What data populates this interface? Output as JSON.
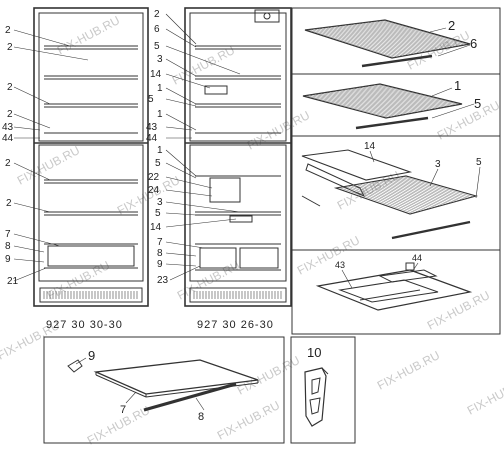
{
  "models": {
    "left": "927 30 30-30",
    "right": "927 30 26-30"
  },
  "callouts": {
    "left_column": [
      "2",
      "2",
      "2",
      "2",
      "43",
      "44",
      "2",
      "2",
      "7",
      "8",
      "9",
      "21"
    ],
    "mid_column": [
      "2",
      "6",
      "5",
      "3",
      "14",
      "1",
      "5",
      "1",
      "43",
      "44",
      "1",
      "5",
      "22",
      "24",
      "3",
      "5",
      "14",
      "7",
      "8",
      "9",
      "23"
    ]
  },
  "panels": {
    "p1": [
      "2",
      "6"
    ],
    "p2": [
      "1",
      "5"
    ],
    "p3": [
      "14",
      "3",
      "5"
    ],
    "p4": [
      "43",
      "44"
    ],
    "bottom": [
      "9",
      "7",
      "8"
    ],
    "clip": [
      "10"
    ]
  },
  "watermark": "FIX-HUB.RU"
}
